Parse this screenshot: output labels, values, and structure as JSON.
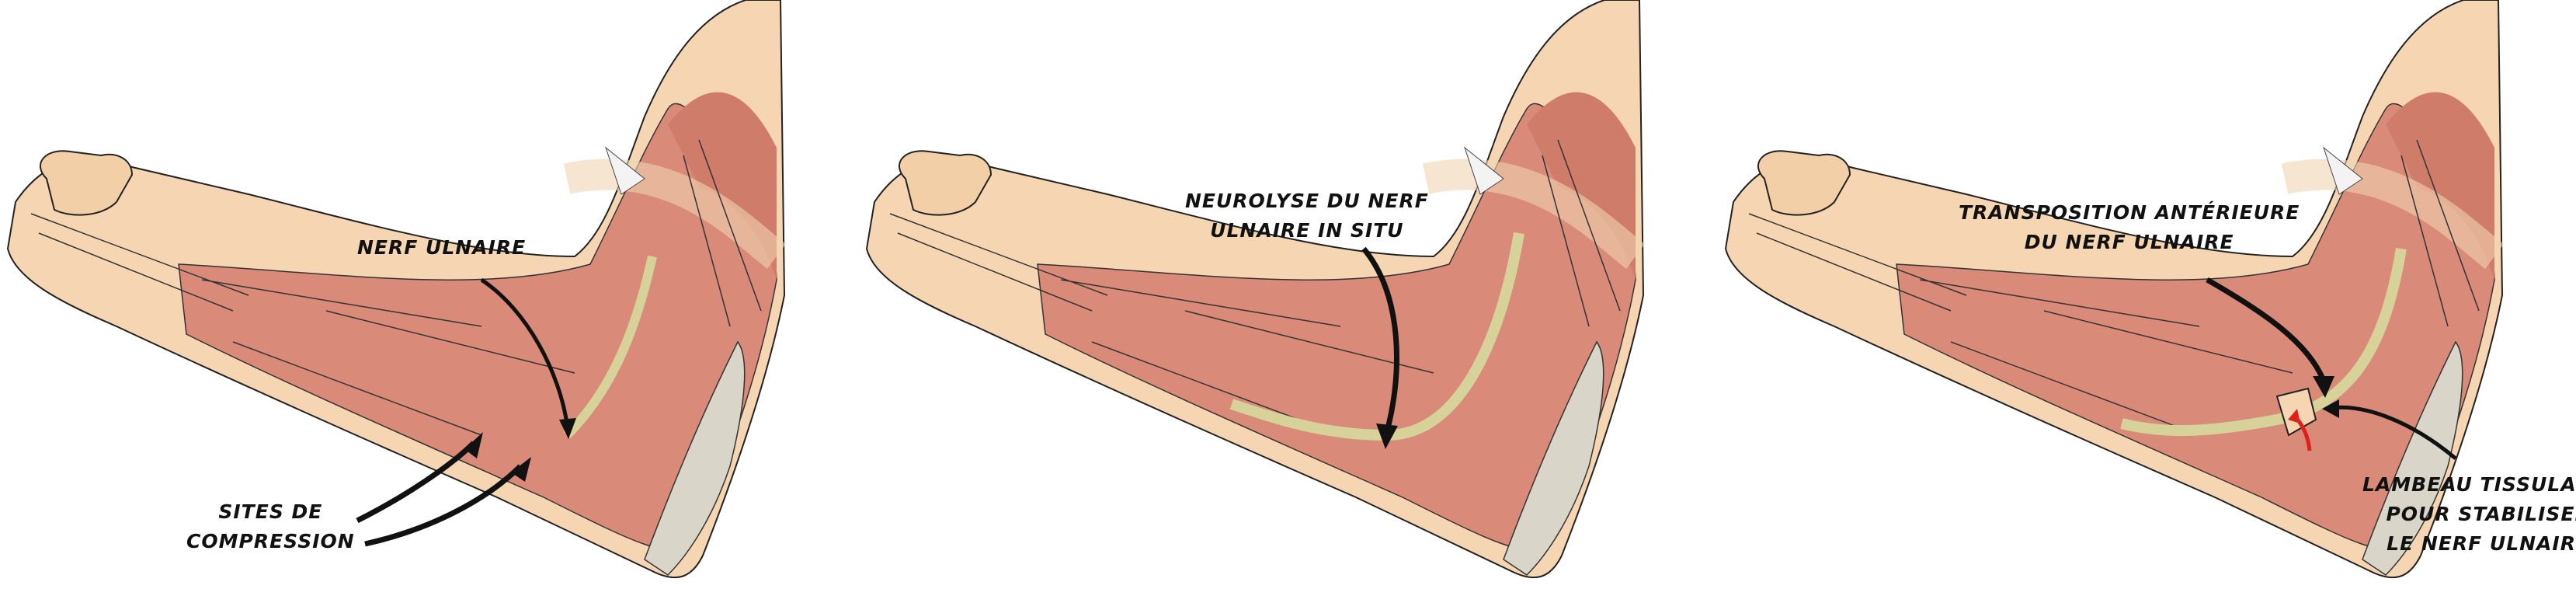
{
  "panels": [
    {
      "title_lines": [
        "NERF ULNAIRE"
      ],
      "secondary_lines": [
        "SITES DE",
        "COMPRESSION"
      ]
    },
    {
      "title_lines": [
        "NEUROLYSE DU NERF",
        "ULNAIRE IN SITU"
      ]
    },
    {
      "title_lines": [
        "TRANSPOSITION ANTÉRIEURE",
        "DU NERF ULNAIRE"
      ],
      "secondary_lines": [
        "LAMBEAU TISSULAIRE",
        "POUR STABILISER",
        "LE NERF ULNAIRE"
      ]
    }
  ],
  "colors": {
    "skin": "#f6d6b2",
    "muscle": "#d98a78",
    "tendon": "#d9d5c9",
    "nerve": "#d6d29a",
    "arrow": "#111111",
    "flap_arrow": "#e0201a"
  }
}
